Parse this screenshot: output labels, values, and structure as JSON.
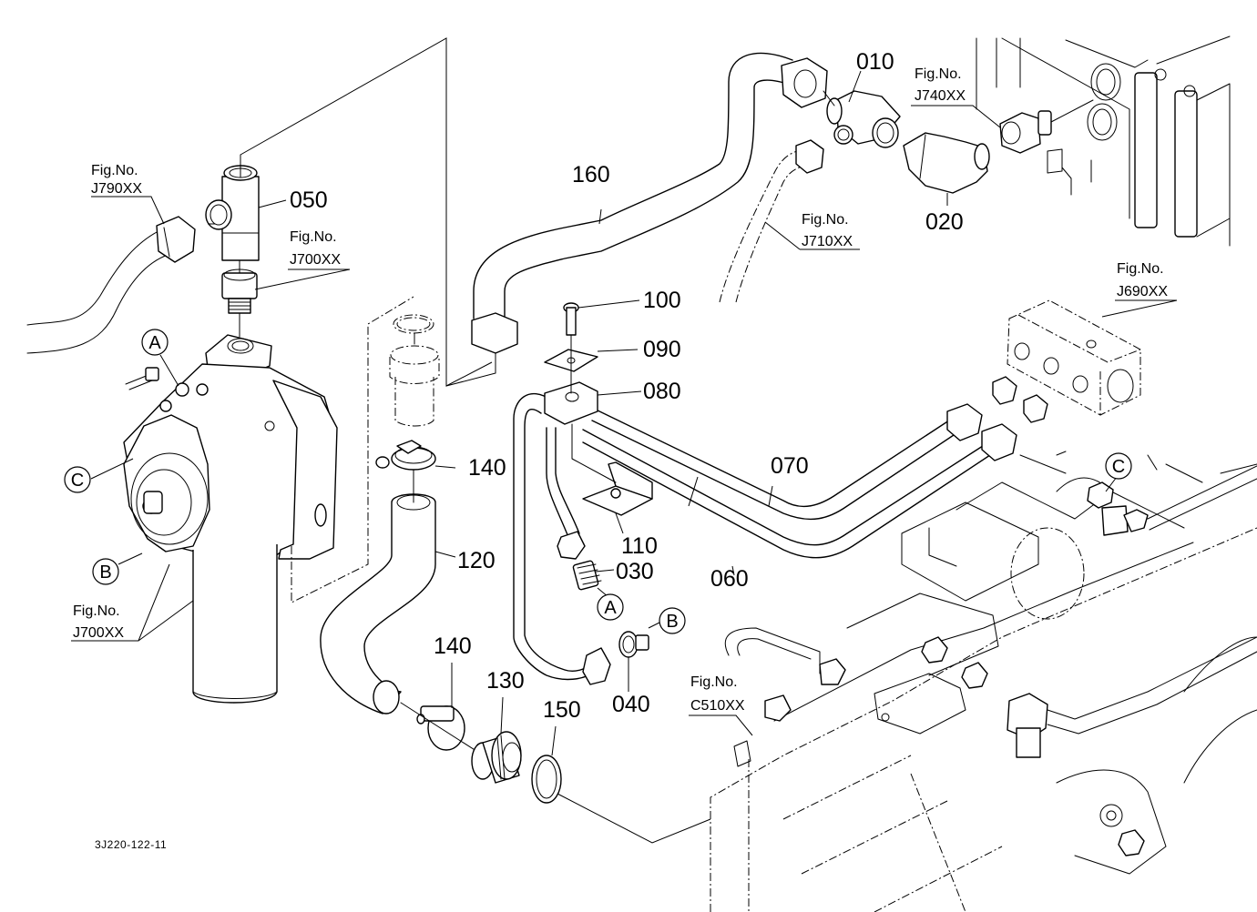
{
  "diagram": {
    "type": "exploded-parts-view",
    "drawing_code": "3J220-122-11"
  },
  "part_labels": [
    {
      "id": "p010",
      "number": "010"
    },
    {
      "id": "p020",
      "number": "020"
    },
    {
      "id": "p030",
      "number": "030"
    },
    {
      "id": "p040",
      "number": "040"
    },
    {
      "id": "p050",
      "number": "050"
    },
    {
      "id": "p060",
      "number": "060"
    },
    {
      "id": "p070",
      "number": "070"
    },
    {
      "id": "p080",
      "number": "080"
    },
    {
      "id": "p090",
      "number": "090"
    },
    {
      "id": "p100",
      "number": "100"
    },
    {
      "id": "p110",
      "number": "110"
    },
    {
      "id": "p120",
      "number": "120"
    },
    {
      "id": "p130",
      "number": "130"
    },
    {
      "id": "p140a",
      "number": "140"
    },
    {
      "id": "p140b",
      "number": "140"
    },
    {
      "id": "p150",
      "number": "150"
    },
    {
      "id": "p160",
      "number": "160"
    }
  ],
  "figure_references": [
    {
      "id": "j790",
      "prefix": "Fig.No.",
      "code": "J790XX"
    },
    {
      "id": "j700a",
      "prefix": "Fig.No.",
      "code": "J700XX"
    },
    {
      "id": "j700b",
      "prefix": "Fig.No.",
      "code": "J700XX"
    },
    {
      "id": "j740",
      "prefix": "Fig.No.",
      "code": "J740XX"
    },
    {
      "id": "j710",
      "prefix": "Fig.No.",
      "code": "J710XX"
    },
    {
      "id": "j690",
      "prefix": "Fig.No.",
      "code": "J690XX"
    },
    {
      "id": "c510",
      "prefix": "Fig.No.",
      "code": "C510XX"
    }
  ],
  "connection_callouts": [
    {
      "id": "a_pump",
      "letter": "A"
    },
    {
      "id": "b_pump",
      "letter": "B"
    },
    {
      "id": "c_pump",
      "letter": "C"
    },
    {
      "id": "a_pipe",
      "letter": "A"
    },
    {
      "id": "b_pipe",
      "letter": "B"
    },
    {
      "id": "c_engine",
      "letter": "C"
    }
  ]
}
